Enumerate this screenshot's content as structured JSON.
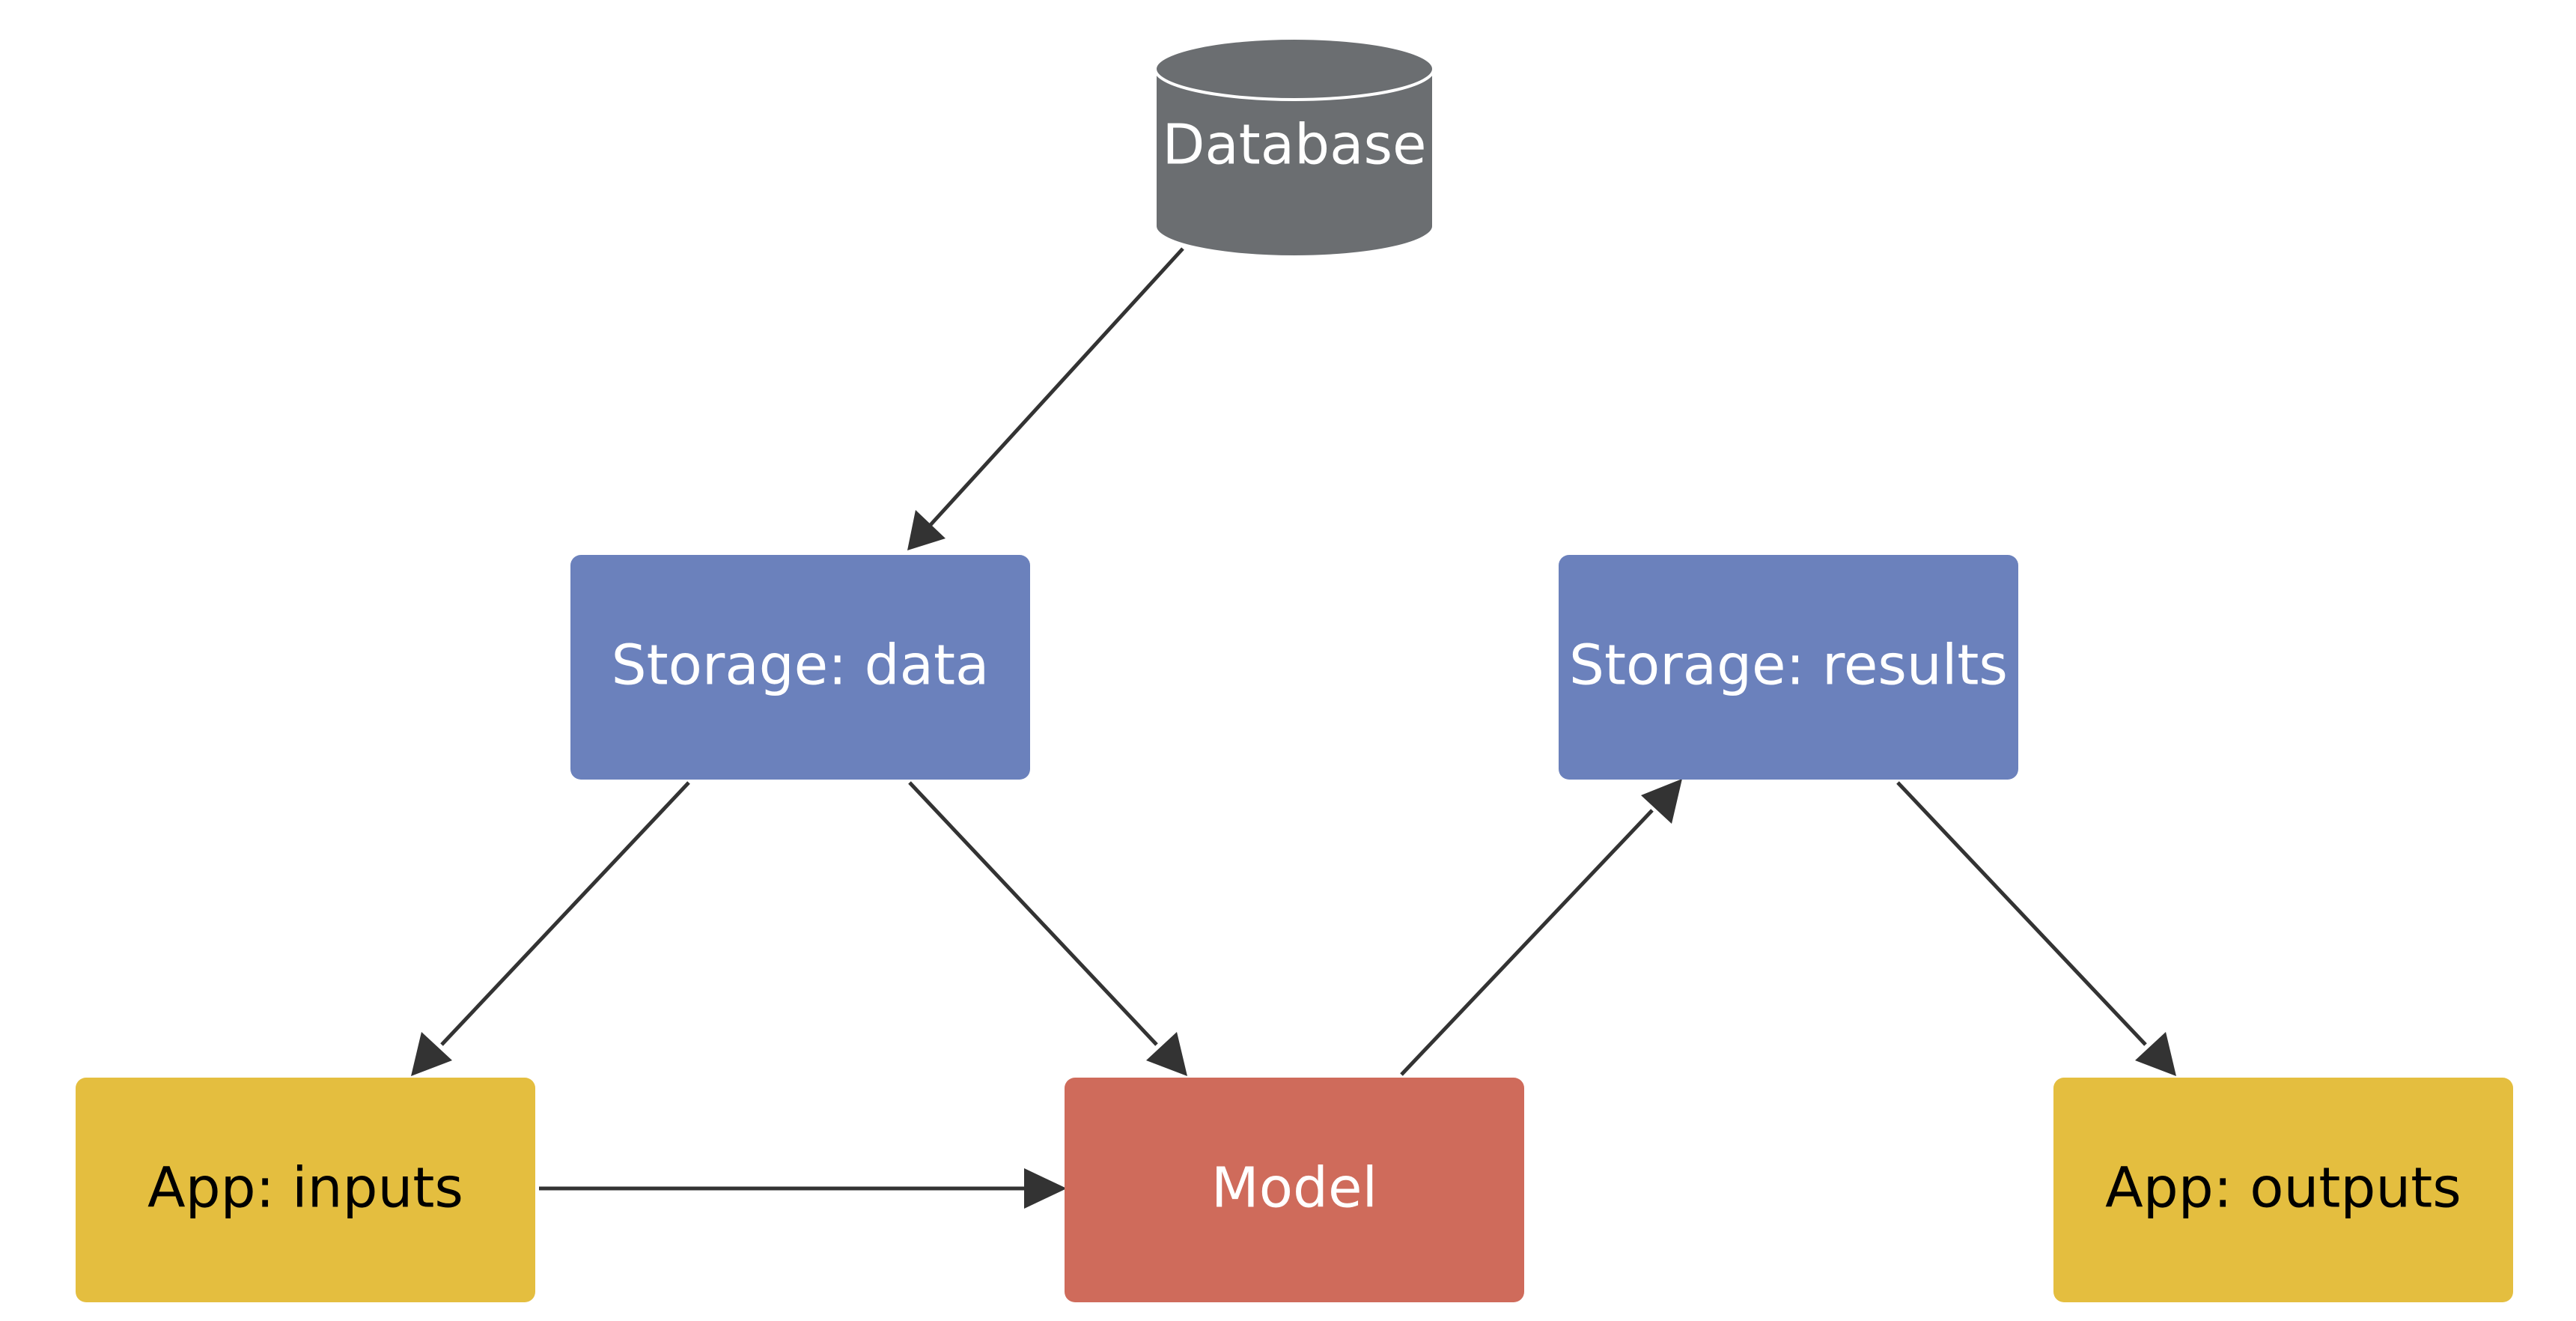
{
  "nodes": {
    "database": {
      "label": "Database",
      "shape": "cylinder",
      "fill": "#6b6e71",
      "text_color": "#ffffff"
    },
    "storage_data": {
      "label": "Storage: data",
      "shape": "rect",
      "fill": "#6b81bc",
      "text_color": "#ffffff"
    },
    "storage_results": {
      "label": "Storage: results",
      "shape": "rect",
      "fill": "#6b81bc",
      "text_color": "#ffffff"
    },
    "app_inputs": {
      "label": "App: inputs",
      "shape": "rect",
      "fill": "#e4be3f",
      "text_color": "#000000"
    },
    "model": {
      "label": "Model",
      "shape": "rect",
      "fill": "#cf6b5b",
      "text_color": "#ffffff"
    },
    "app_outputs": {
      "label": "App: outputs",
      "shape": "rect",
      "fill": "#e4be3f",
      "text_color": "#000000"
    }
  },
  "edges": [
    {
      "from": "database",
      "to": "storage_data"
    },
    {
      "from": "storage_data",
      "to": "app_inputs"
    },
    {
      "from": "storage_data",
      "to": "model"
    },
    {
      "from": "app_inputs",
      "to": "model"
    },
    {
      "from": "model",
      "to": "storage_results"
    },
    {
      "from": "storage_results",
      "to": "app_outputs"
    }
  ]
}
